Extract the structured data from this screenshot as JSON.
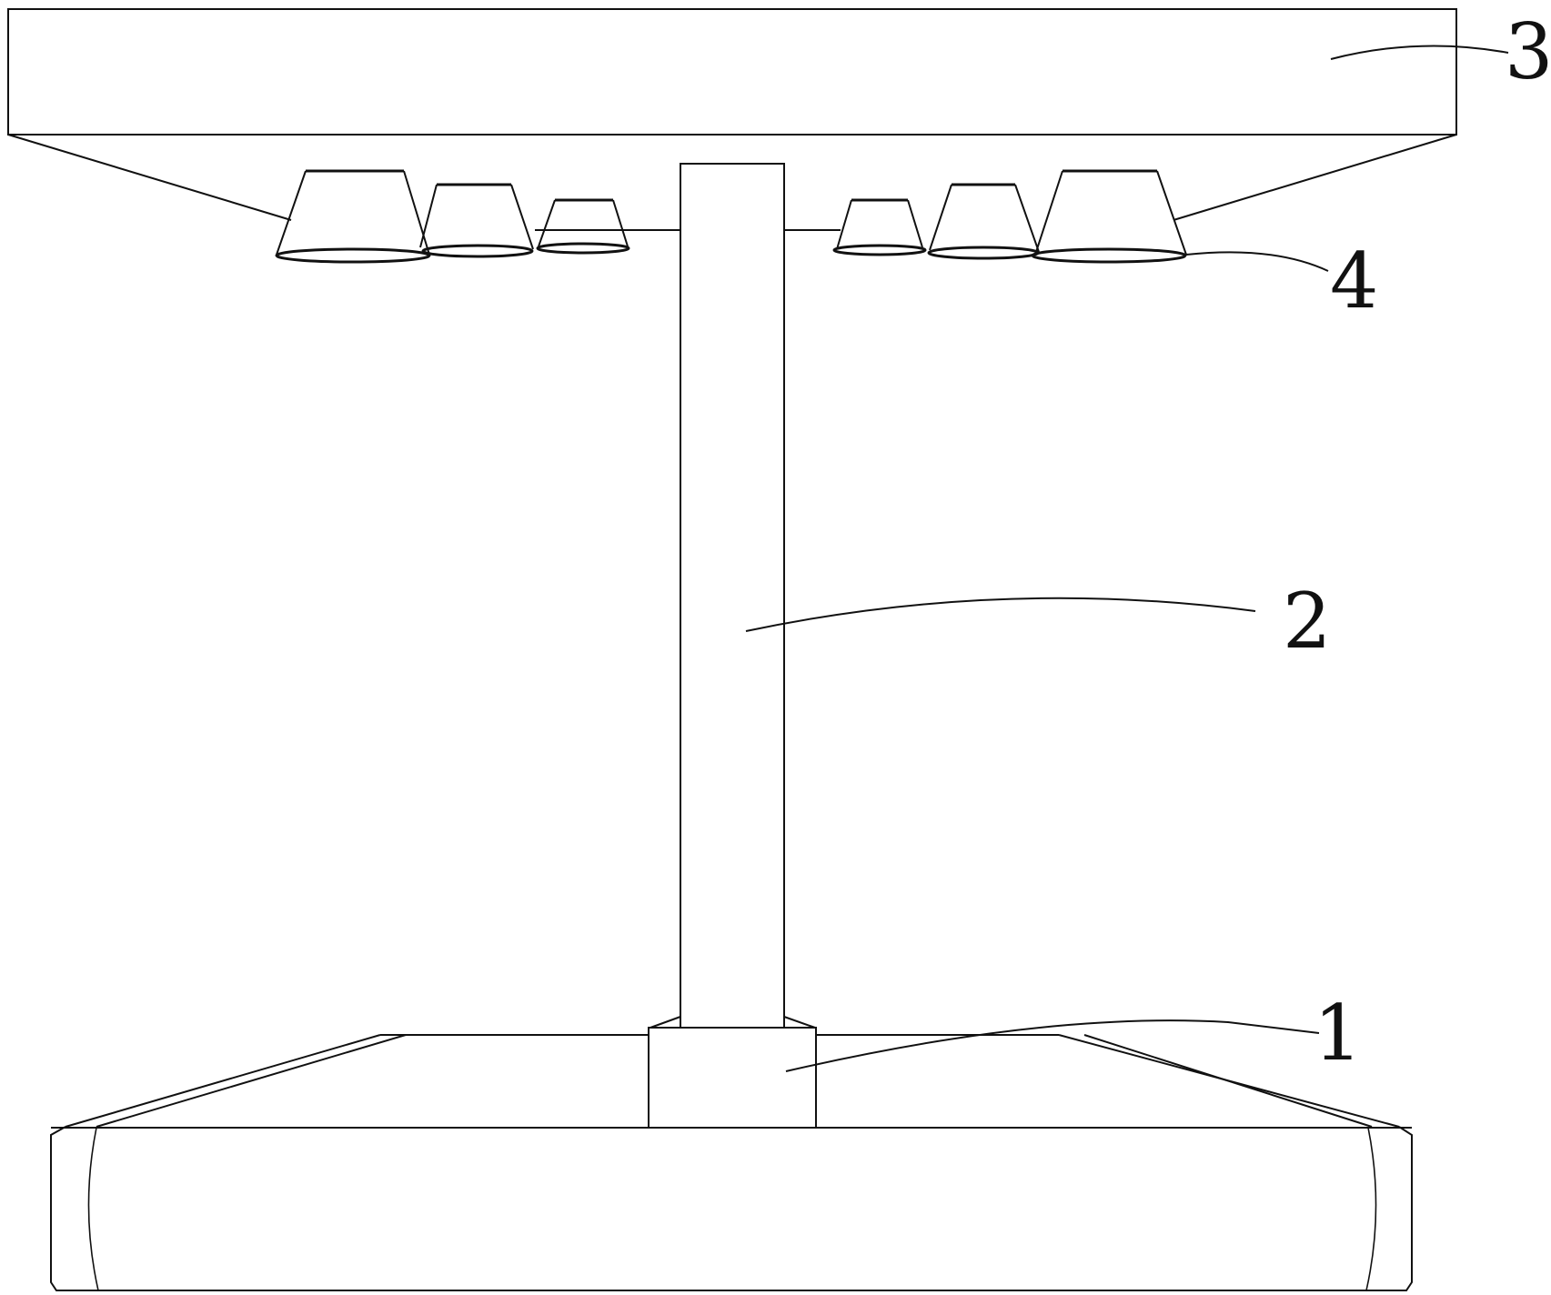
{
  "labels": {
    "base": "1",
    "column": "2",
    "top_plate": "3",
    "lamp": "4"
  },
  "colors": {
    "line": "#111111",
    "background": "#ffffff"
  }
}
